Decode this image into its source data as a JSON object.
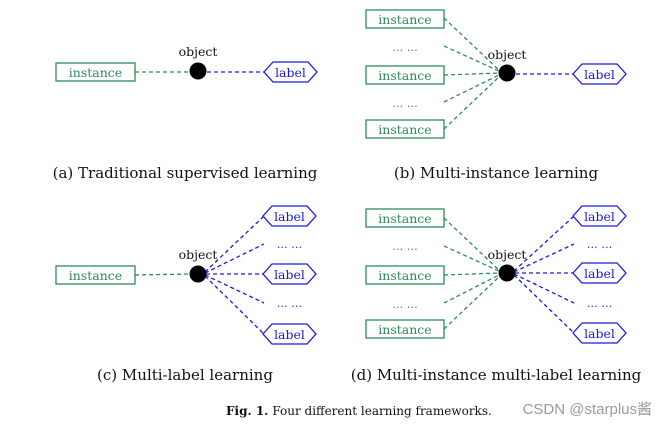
{
  "colors": {
    "instance": "#2e8b57",
    "label": "#1a1adb",
    "node": "#000000",
    "text": "#111111",
    "watermark": "#9a9a9a"
  },
  "node_label": "object",
  "instance_text": "instance",
  "label_text": "label",
  "ellipsis": "… …",
  "captions": {
    "a": "(a) Traditional supervised learning",
    "b": "(b) Multi-instance learning",
    "c": "(c) Multi-label learning",
    "d": "(d) Multi-instance multi-label learning"
  },
  "figure_caption": {
    "prefix": "Fig. 1.",
    "text": "Four different learning frameworks."
  },
  "watermark": "CSDN @starplus酱"
}
